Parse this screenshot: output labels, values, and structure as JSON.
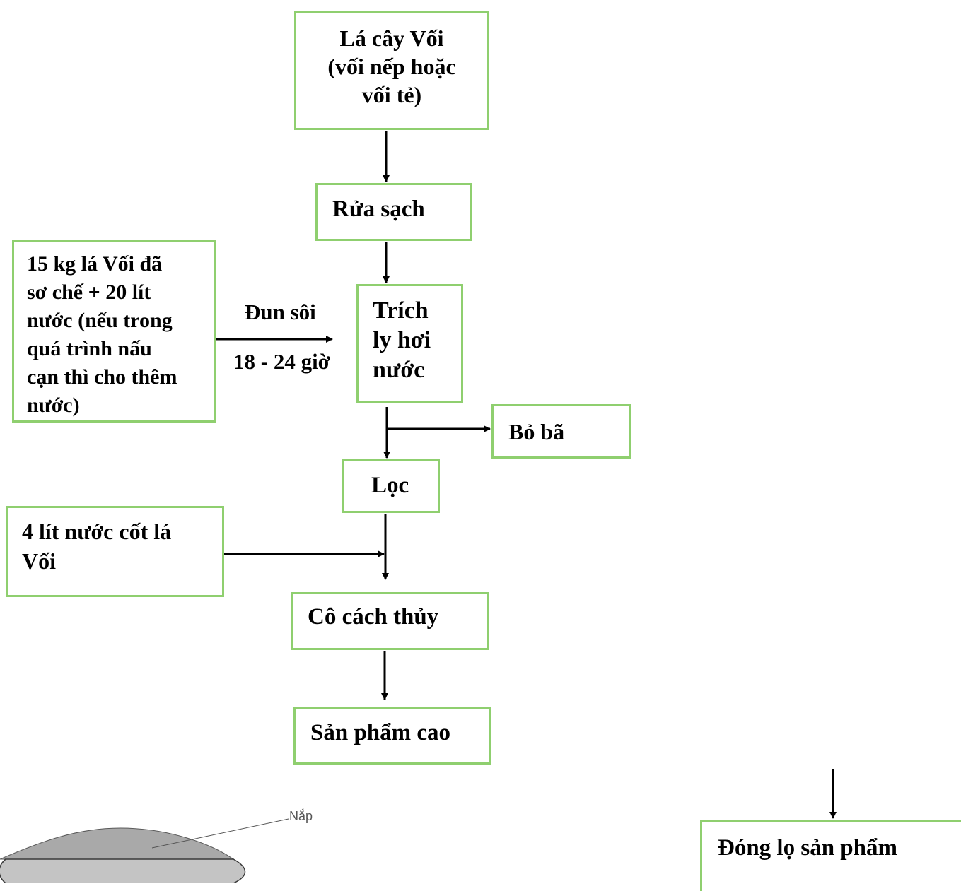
{
  "diagram": {
    "nodes": {
      "la_cay_voi": "Lá cây Vối\n(vối nếp hoặc\nvối tẻ)",
      "rua_sach": "Rửa sạch",
      "nguyen_lieu": "15 kg lá Vối đã\nsơ chế + 20 lít\nnước (nếu trong\nquá trình nấu\ncạn thì cho thêm\nnước)",
      "trich_ly": "Trích\nly hơi\nnước",
      "bo_ba": "Bỏ bã",
      "loc": "Lọc",
      "nuoc_cot": "4 lít nước cốt lá\nVối",
      "co_cach_thuy": "Cô cách thủy",
      "san_pham_cao": "Sản phẩm cao",
      "dong_lo": "Đóng lọ sản phẩm"
    },
    "edge_labels": {
      "dun_soi": "Đun sôi",
      "thoi_gian": "18 - 24 giờ"
    },
    "apparatus": {
      "lid_label": "Nắp"
    },
    "colors": {
      "box_border": "#8fcf6f",
      "arrow": "#000000",
      "apparatus_fill": "#bfbfbf"
    }
  }
}
